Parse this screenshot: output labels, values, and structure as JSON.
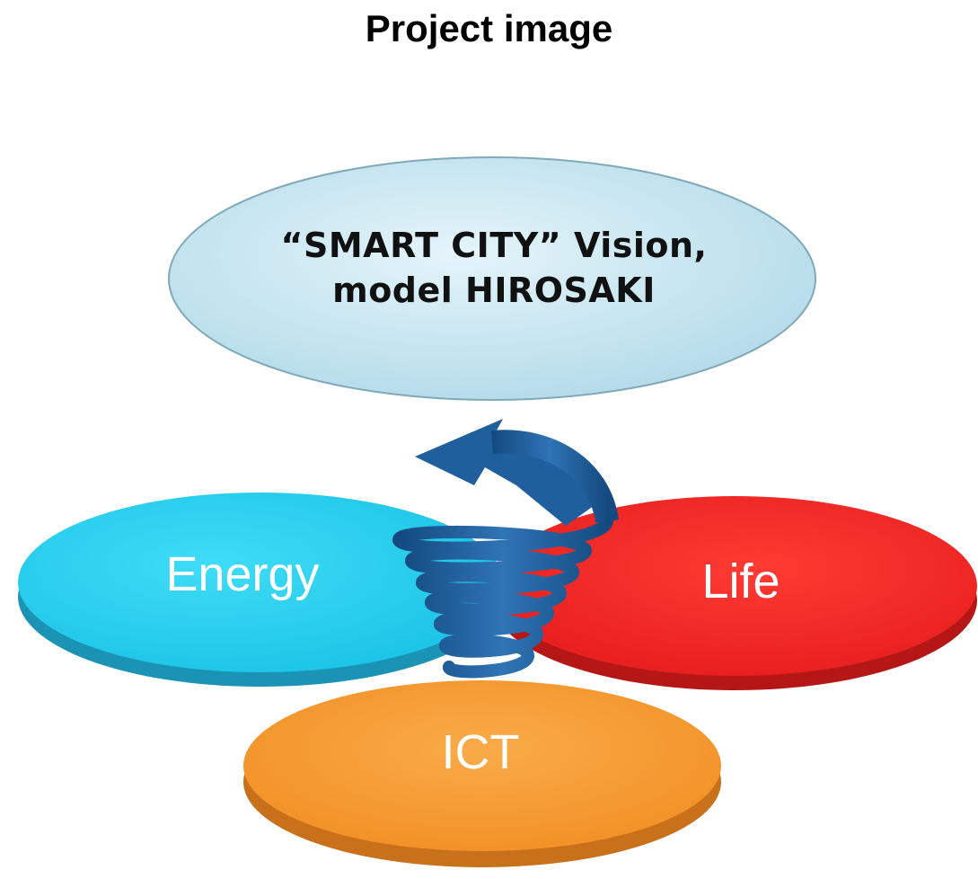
{
  "title": "Project image",
  "vision": {
    "line1": "“SMART CITY” Vision,",
    "line2": "model HIROSAKI"
  },
  "disks": {
    "energy": "Energy",
    "life": "Life",
    "ict": "ICT"
  },
  "colors": {
    "vision_fill": "#cfeaf3",
    "energy_fill": "#2bd3f0",
    "life_fill": "#f0322a",
    "ict_fill": "#f7a23c",
    "spiral": "#1f5f9e"
  },
  "icons": [
    "spiral-arrow-icon"
  ]
}
